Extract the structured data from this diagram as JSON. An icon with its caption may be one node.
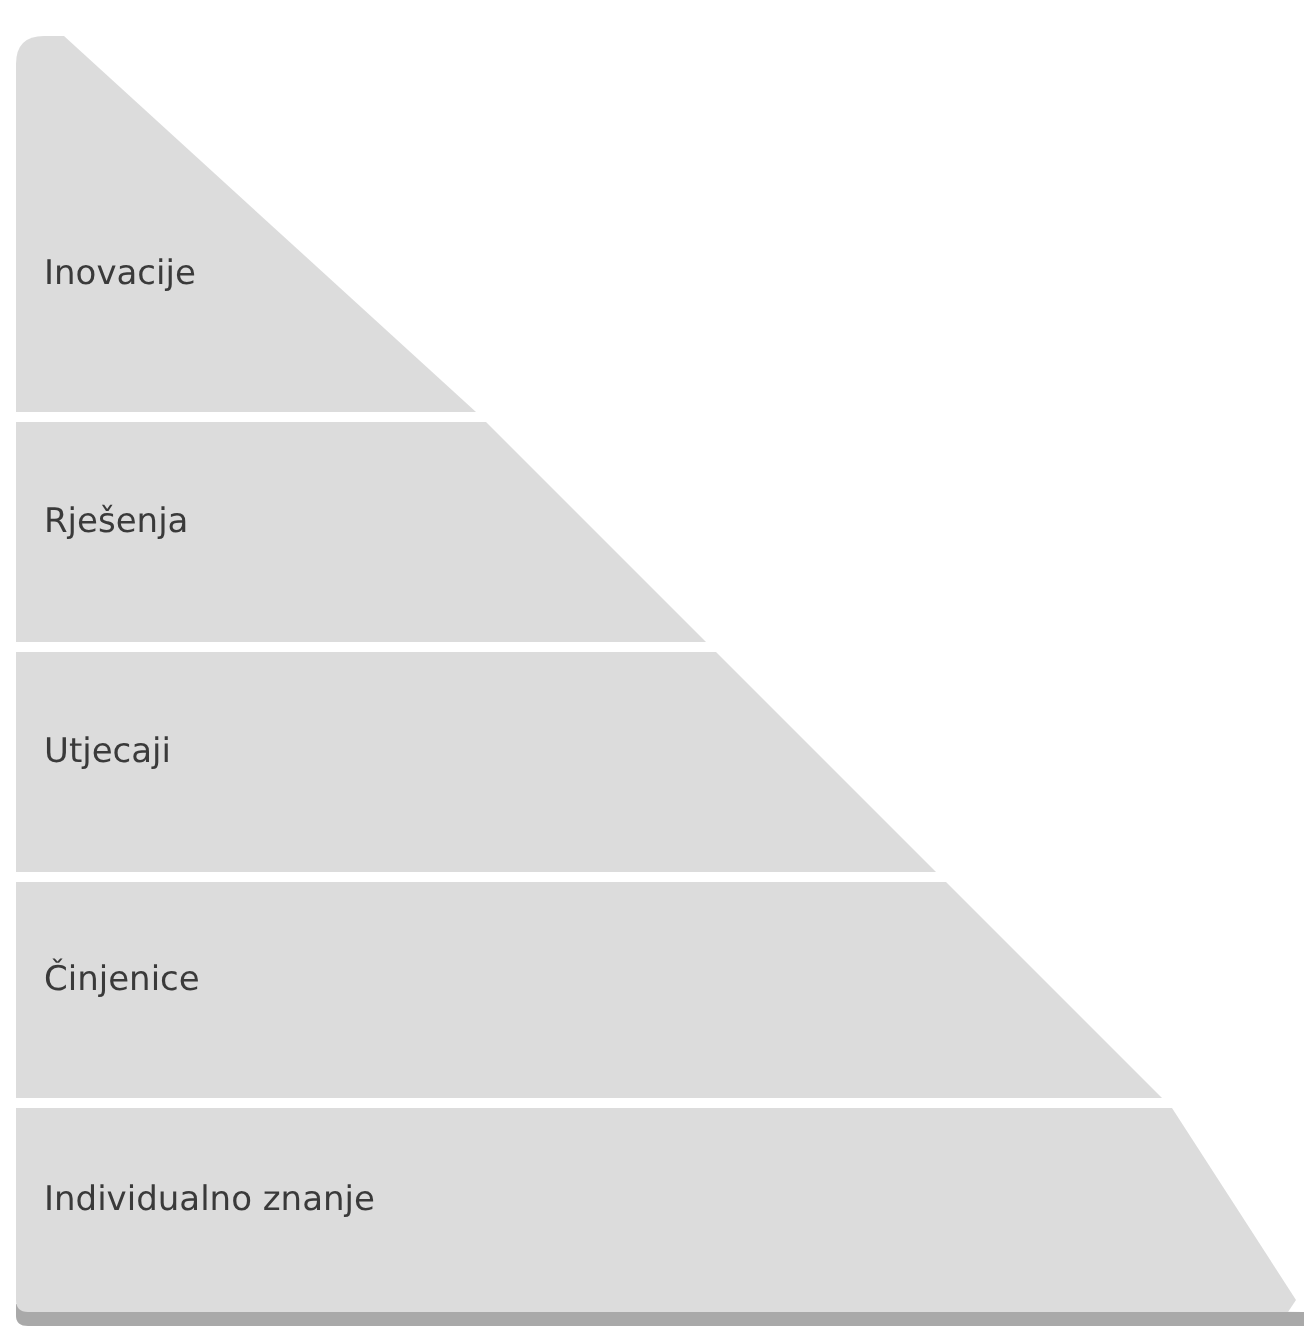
{
  "diagram": {
    "nodes": [
      {
        "text": [
          "Inovacije"
        ]
      },
      {
        "text": [
          "Rješenja"
        ]
      },
      {
        "text": [
          "Utjecaji"
        ]
      },
      {
        "text": [
          "Činjenice"
        ]
      },
      {
        "text": [
          "Individualno znanje"
        ]
      }
    ]
  }
}
